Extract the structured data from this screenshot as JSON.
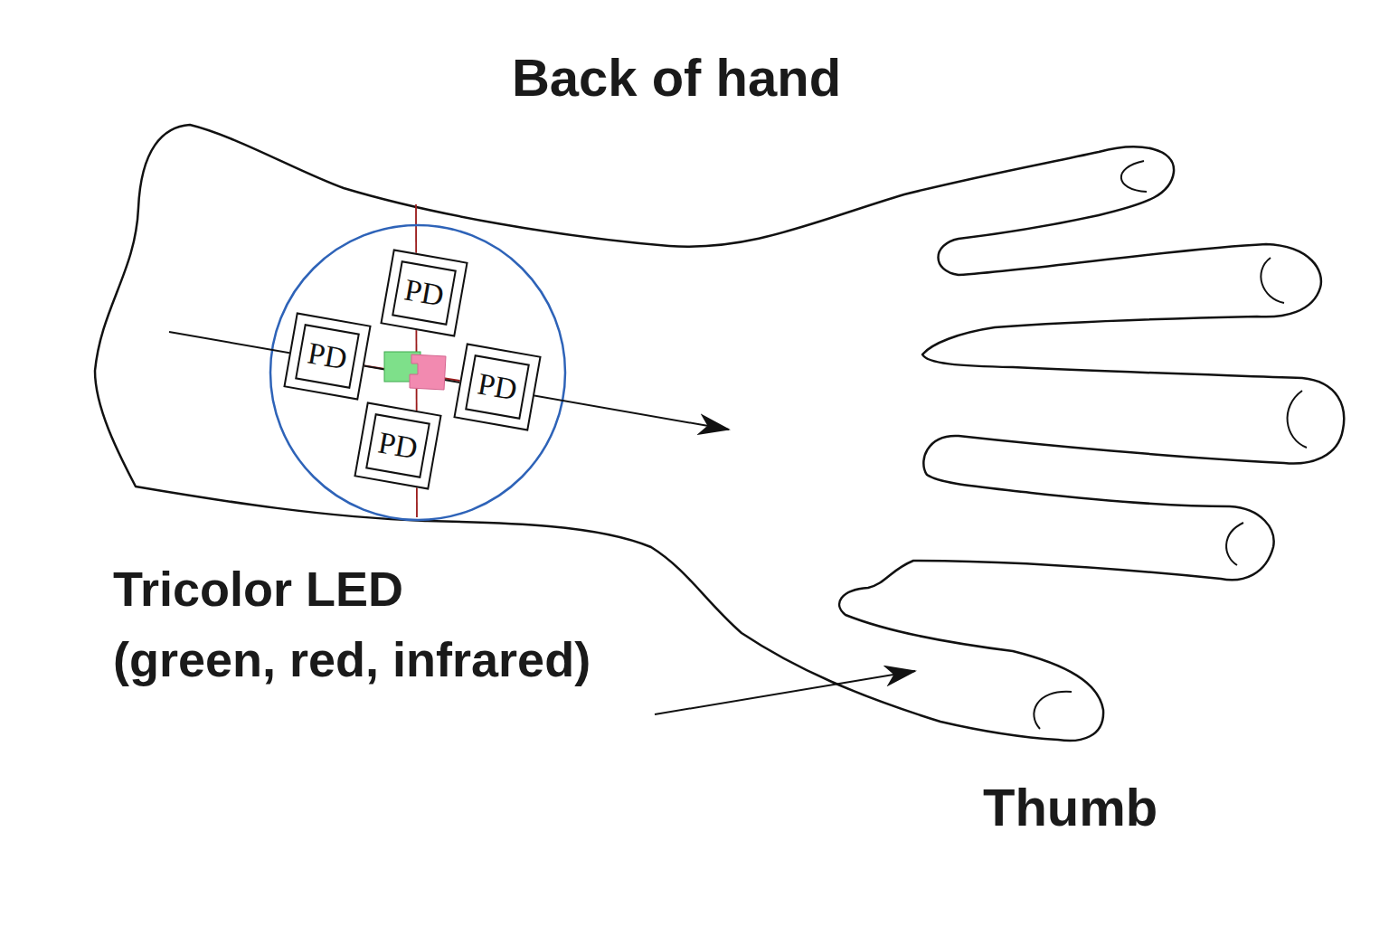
{
  "diagram": {
    "title": "Back of hand",
    "nodes": [
      {
        "text": [
          "PD"
        ]
      },
      {
        "text": [
          "PD"
        ]
      },
      {
        "text": [
          "PD"
        ]
      },
      {
        "text": [
          "PD"
        ]
      }
    ],
    "labels": [
      "Tricolor LED (green, red, infrared)",
      "Thumb"
    ]
  }
}
